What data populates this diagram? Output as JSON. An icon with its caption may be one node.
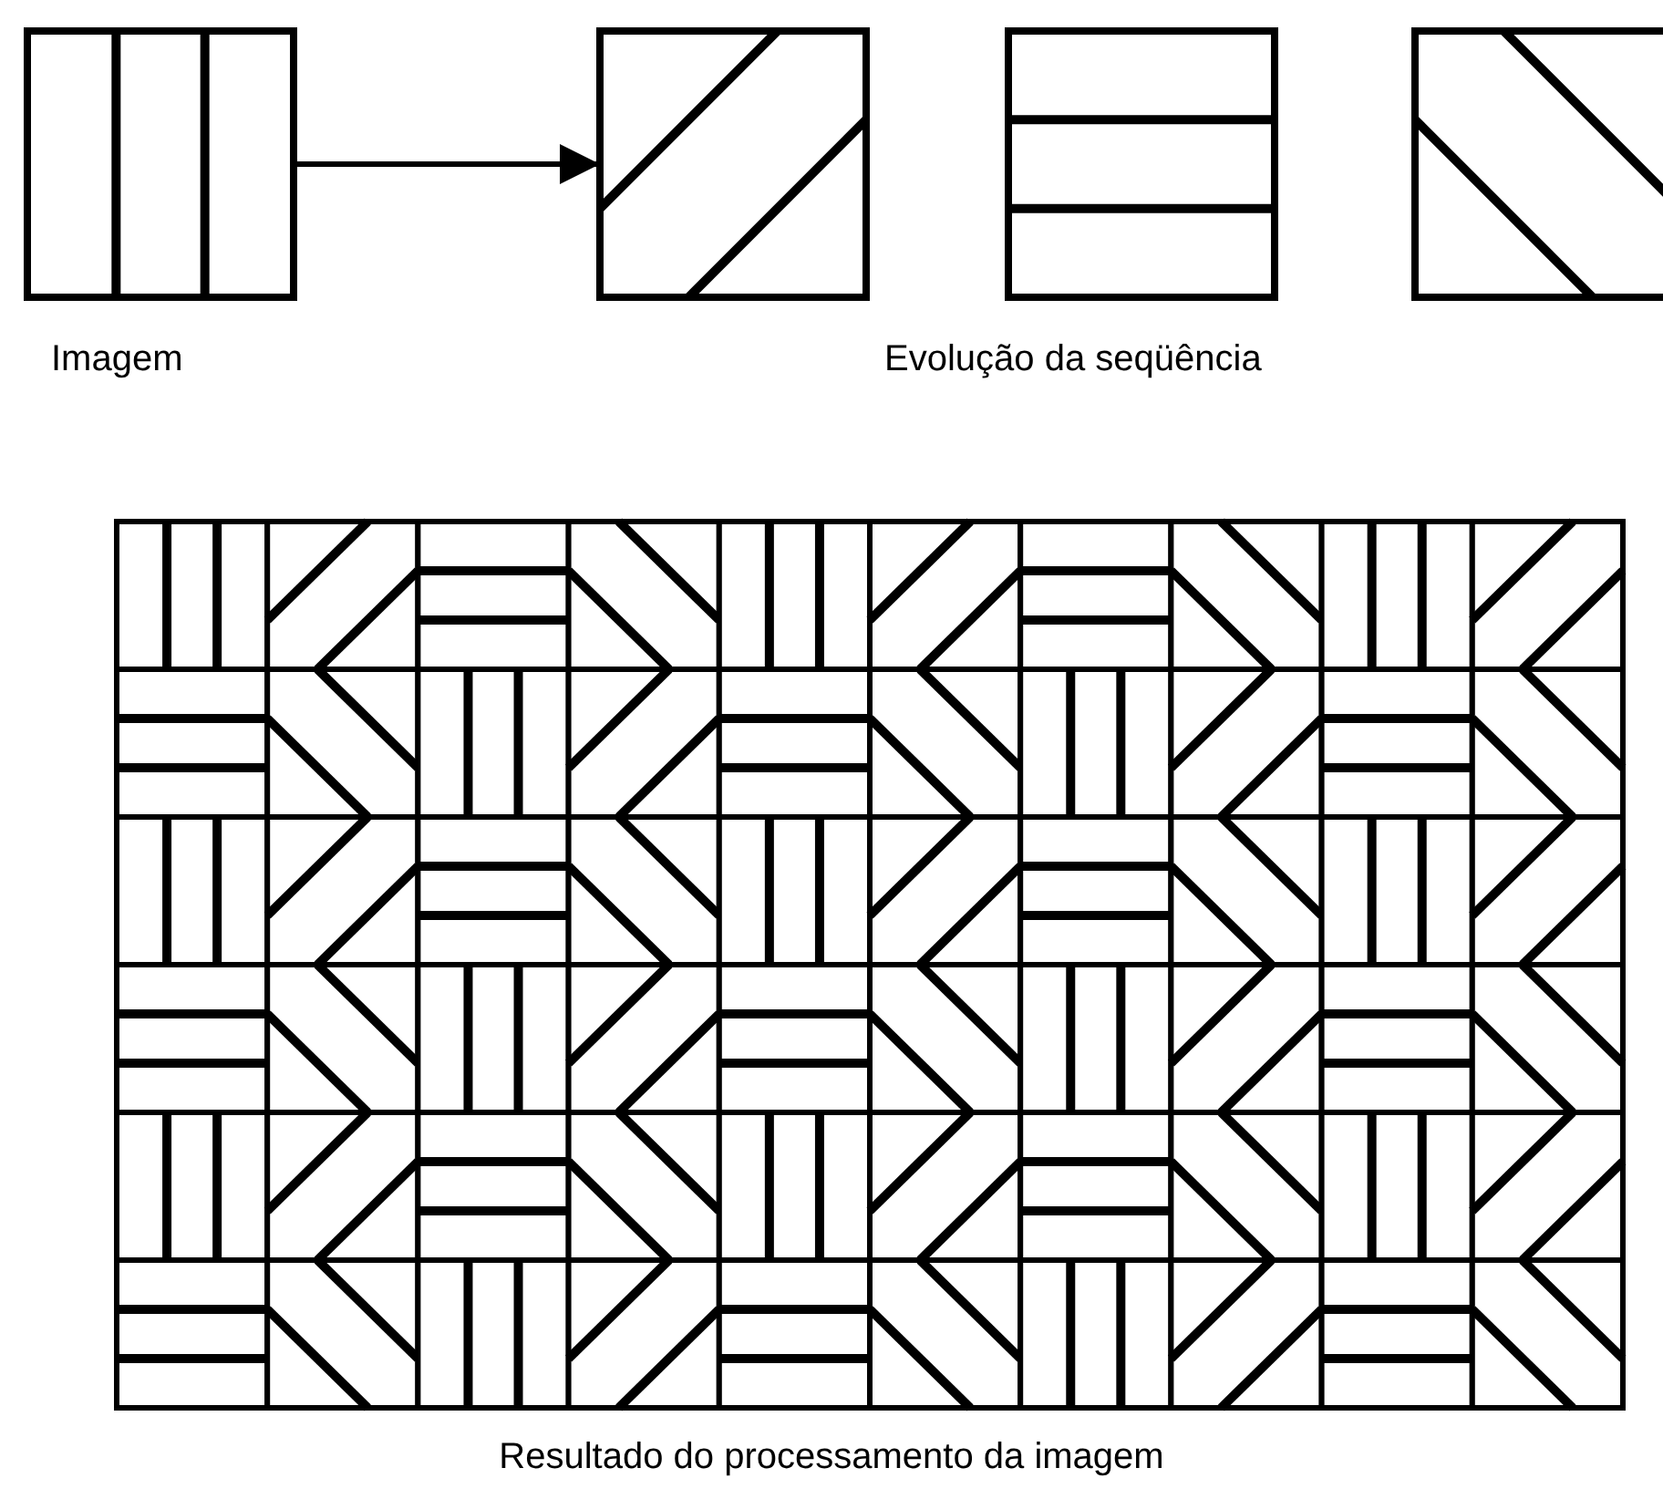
{
  "diagram": {
    "caption": "Resultado do processamento da imagem",
    "nodes": [
      {
        "text": [
          "Imagem"
        ]
      },
      {
        "text": [],
        "shape": "box"
      }
    ],
    "edges": [
      {
        "from": 0,
        "to": 1,
        "arrow": "to"
      }
    ],
    "labels": [
      "Evolução da seqüência"
    ]
  }
}
